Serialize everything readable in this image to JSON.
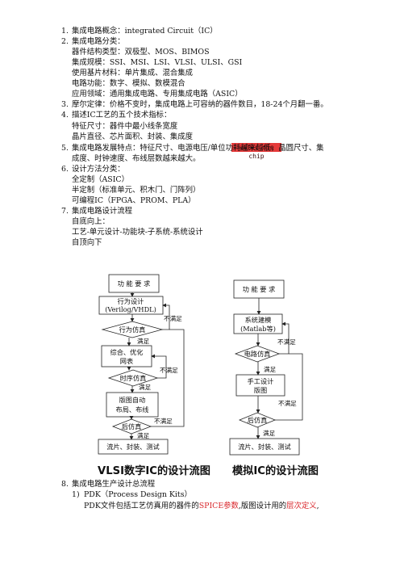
{
  "items": [
    {
      "n": "1.",
      "text": "集成电路概念：integrated Circuit（IC）"
    },
    {
      "n": "2.",
      "text": "集成电路分类："
    },
    {
      "n": "",
      "text": "器件结构类型：双极型、MOS、BIMOS"
    },
    {
      "n": "",
      "text": "集成规模：SSI、MSI、LSI、VLSI、ULSI、GSI"
    },
    {
      "n": "",
      "text": "使用基片材料：单片集成、混合集成"
    },
    {
      "n": "",
      "text": "电路功能：数字、模拟、数模混合"
    },
    {
      "n": "",
      "text": "应用领域：通用集成电路、专用集成电路（ASIC）"
    },
    {
      "n": "3.",
      "text": "摩尔定律：价格不变时，集成电路上可容纳的器件数目，18-24个月翻一番。"
    },
    {
      "n": "4.",
      "text": "描述IC工艺的五个技术指标："
    },
    {
      "n": "",
      "text": "特征尺寸：器件中最小线条宽度"
    },
    {
      "n": "",
      "text": "晶片直径、芯片面积、封装、集成度"
    },
    {
      "n": "5.",
      "text": "集成电路发展特点：特征尺寸、电源电压/单位功耗越来越低，晶圆尺寸、集"
    },
    {
      "n": "",
      "text": "成度、时钟速度、布线层数越来越大。"
    },
    {
      "n": "6.",
      "text": "设计方法分类："
    },
    {
      "n": "",
      "text": "全定制（ASIC）"
    },
    {
      "n": "",
      "text": "半定制（标准单元、积木门、门阵列）"
    },
    {
      "n": "",
      "text": "可编程IC（FPGA、PROM、PLA）"
    },
    {
      "n": "7.",
      "text": "集成电路设计流程"
    },
    {
      "n": "",
      "text": "自底向上："
    },
    {
      "n": "",
      "text": "工艺-单元设计-功能块-子系统-系统设计"
    },
    {
      "n": "",
      "text": "自顶向下"
    }
  ],
  "red_box": "wafer die chip",
  "vlsi": {
    "b1": "功 能 要 求",
    "b2a": "行为设计",
    "b2b": "(Verilog/VHDL)",
    "d1": "行为仿真",
    "ok": "满足",
    "ng": "不满足",
    "b3a": "综合、优化",
    "b3b": "网表",
    "d2": "时序仿真",
    "b4a": "版图自动",
    "b4b": "布局、布线",
    "d3": "后仿真",
    "b5": "流片、封装、测试",
    "caption": "VLSI数字IC的设计流图"
  },
  "analog": {
    "b1": "功 能 要 求",
    "b2a": "系统建模",
    "b2b": "(Matlab等)",
    "d1": "电路仿真",
    "ok": "满足",
    "ng": "不满足",
    "b3a": "手工设计",
    "b3b": "版图",
    "d2": "后仿真",
    "b4": "流片、封装、测试",
    "caption": "模拟IC的设计流图"
  },
  "item8": {
    "n": "8.",
    "text": "集成电路生产设计总流程"
  },
  "sub1": {
    "n": "1)",
    "text": "PDK（Process Design Kits）"
  },
  "pdk": {
    "pre": "PDK文件包括工艺仿真用的器件的",
    "spice": "SPICE参数",
    "mid": ",版图设计用的",
    "layer": "层次定义",
    "post": ","
  }
}
